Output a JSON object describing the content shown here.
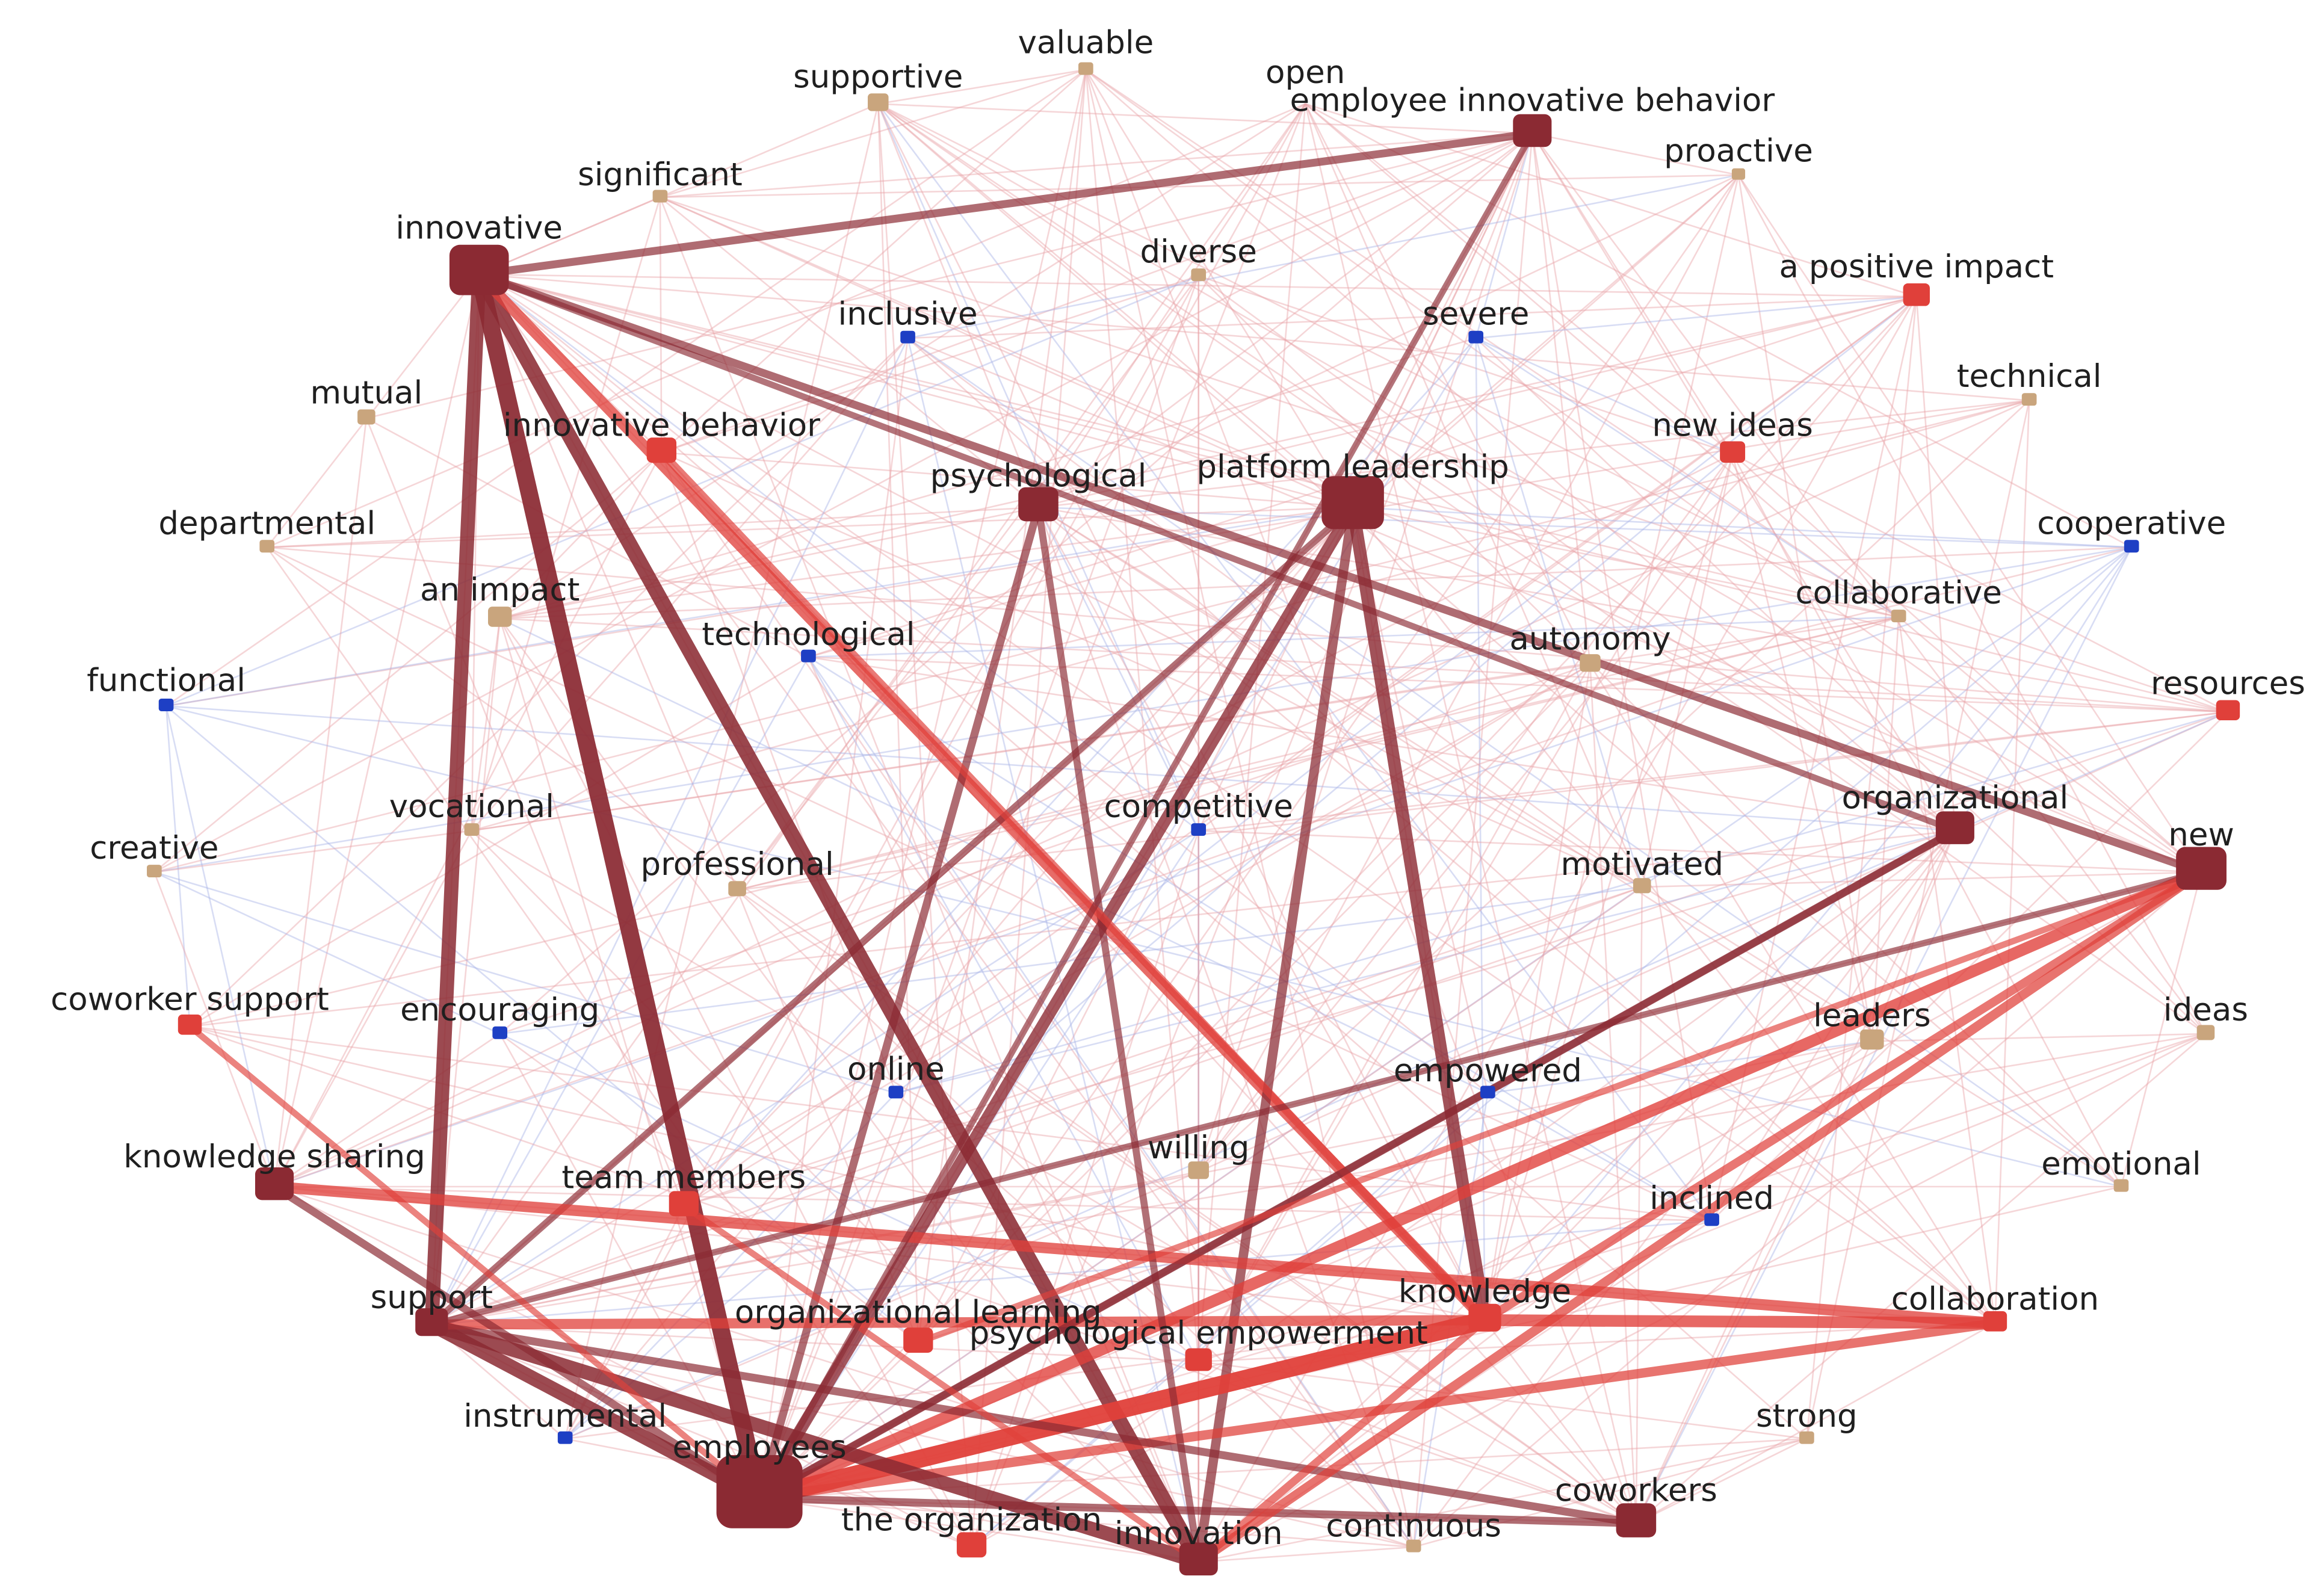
{
  "colors": {
    "dark": "#8b2a33",
    "red": "#e0403a",
    "tan": "#c9a57d",
    "blue": "#1e3fc4",
    "edge_light": "#e8a5a8",
    "edge_blue": "#a8b4e6"
  },
  "nodes": [
    {
      "id": "valuable",
      "label": "valuable",
      "cls": "tan"
    },
    {
      "id": "supportive",
      "label": "supportive",
      "cls": "tan"
    },
    {
      "id": "open",
      "label": "open",
      "cls": "tan"
    },
    {
      "id": "eib",
      "label": "employee innovative behavior",
      "cls": "dark"
    },
    {
      "id": "proactive",
      "label": "proactive",
      "cls": "tan"
    },
    {
      "id": "significant",
      "label": "significant",
      "cls": "tan"
    },
    {
      "id": "innovative",
      "label": "innovative",
      "cls": "dark"
    },
    {
      "id": "diverse",
      "label": "diverse",
      "cls": "tan"
    },
    {
      "id": "inclusive",
      "label": "inclusive",
      "cls": "blue"
    },
    {
      "id": "severe",
      "label": "severe",
      "cls": "blue"
    },
    {
      "id": "positive_impact",
      "label": "a positive impact",
      "cls": "red"
    },
    {
      "id": "technical",
      "label": "technical",
      "cls": "tan"
    },
    {
      "id": "mutual",
      "label": "mutual",
      "cls": "tan"
    },
    {
      "id": "innov_behavior",
      "label": "innovative behavior",
      "cls": "red"
    },
    {
      "id": "new_ideas",
      "label": "new ideas",
      "cls": "red"
    },
    {
      "id": "psychological",
      "label": "psychological",
      "cls": "dark"
    },
    {
      "id": "platform",
      "label": "platform leadership",
      "cls": "dark"
    },
    {
      "id": "cooperative",
      "label": "cooperative",
      "cls": "blue"
    },
    {
      "id": "departmental",
      "label": "departmental",
      "cls": "tan"
    },
    {
      "id": "an_impact",
      "label": "an impact",
      "cls": "tan"
    },
    {
      "id": "technological",
      "label": "technological",
      "cls": "blue"
    },
    {
      "id": "collaborative",
      "label": "collaborative",
      "cls": "tan"
    },
    {
      "id": "autonomy",
      "label": "autonomy",
      "cls": "tan"
    },
    {
      "id": "functional",
      "label": "functional",
      "cls": "blue"
    },
    {
      "id": "resources",
      "label": "resources",
      "cls": "red"
    },
    {
      "id": "vocational",
      "label": "vocational",
      "cls": "tan"
    },
    {
      "id": "competitive",
      "label": "competitive",
      "cls": "blue"
    },
    {
      "id": "organizational",
      "label": "organizational",
      "cls": "dark"
    },
    {
      "id": "new",
      "label": "new",
      "cls": "dark"
    },
    {
      "id": "creative",
      "label": "creative",
      "cls": "tan"
    },
    {
      "id": "professional",
      "label": "professional",
      "cls": "tan"
    },
    {
      "id": "motivated",
      "label": "motivated",
      "cls": "tan"
    },
    {
      "id": "coworker_support",
      "label": "coworker support",
      "cls": "red"
    },
    {
      "id": "encouraging",
      "label": "encouraging",
      "cls": "blue"
    },
    {
      "id": "leaders",
      "label": "leaders",
      "cls": "tan"
    },
    {
      "id": "ideas",
      "label": "ideas",
      "cls": "tan"
    },
    {
      "id": "online",
      "label": "online",
      "cls": "blue"
    },
    {
      "id": "empowered",
      "label": "empowered",
      "cls": "blue"
    },
    {
      "id": "knowledge_sharing",
      "label": "knowledge sharing",
      "cls": "dark"
    },
    {
      "id": "willing",
      "label": "willing",
      "cls": "tan"
    },
    {
      "id": "emotional",
      "label": "emotional",
      "cls": "tan"
    },
    {
      "id": "team_members",
      "label": "team members",
      "cls": "red"
    },
    {
      "id": "inclined",
      "label": "inclined",
      "cls": "blue"
    },
    {
      "id": "support",
      "label": "support",
      "cls": "dark"
    },
    {
      "id": "org_learning",
      "label": "organizational learning",
      "cls": "red"
    },
    {
      "id": "knowledge",
      "label": "knowledge",
      "cls": "red"
    },
    {
      "id": "collaboration",
      "label": "collaboration",
      "cls": "red"
    },
    {
      "id": "psych_emp",
      "label": "psychological empowerment",
      "cls": "red"
    },
    {
      "id": "instrumental",
      "label": "instrumental",
      "cls": "blue"
    },
    {
      "id": "strong",
      "label": "strong",
      "cls": "tan"
    },
    {
      "id": "employees",
      "label": "employees",
      "cls": "dark"
    },
    {
      "id": "coworkers",
      "label": "coworkers",
      "cls": "dark"
    },
    {
      "id": "the_org",
      "label": "the organization",
      "cls": "red"
    },
    {
      "id": "innovation",
      "label": "innovation",
      "cls": "dark"
    },
    {
      "id": "continuous",
      "label": "continuous",
      "cls": "tan"
    }
  ],
  "edges": [
    {
      "from": "innovative",
      "to": "employees",
      "strength": 0.95,
      "tone": "dark"
    },
    {
      "from": "innovative",
      "to": "support",
      "strength": 0.75,
      "tone": "dark"
    },
    {
      "from": "innovative",
      "to": "innovation",
      "strength": 0.8,
      "tone": "dark"
    },
    {
      "from": "innovative",
      "to": "knowledge",
      "strength": 0.55,
      "tone": "red"
    },
    {
      "from": "innovative",
      "to": "eib",
      "strength": 0.35,
      "tone": "dark"
    },
    {
      "from": "innovative",
      "to": "new",
      "strength": 0.35,
      "tone": "dark"
    },
    {
      "from": "innovative",
      "to": "organizational",
      "strength": 0.25,
      "tone": "dark"
    },
    {
      "from": "platform",
      "to": "employees",
      "strength": 0.6,
      "tone": "dark"
    },
    {
      "from": "platform",
      "to": "knowledge",
      "strength": 0.65,
      "tone": "dark"
    },
    {
      "from": "platform",
      "to": "innovation",
      "strength": 0.45,
      "tone": "dark"
    },
    {
      "from": "platform",
      "to": "support",
      "strength": 0.3,
      "tone": "dark"
    },
    {
      "from": "employees",
      "to": "knowledge",
      "strength": 1.0,
      "tone": "red"
    },
    {
      "from": "employees",
      "to": "new",
      "strength": 0.6,
      "tone": "red"
    },
    {
      "from": "employees",
      "to": "collaboration",
      "strength": 0.45,
      "tone": "red"
    },
    {
      "from": "employees",
      "to": "organizational",
      "strength": 0.35,
      "tone": "dark"
    },
    {
      "from": "employees",
      "to": "support",
      "strength": 0.75,
      "tone": "dark"
    },
    {
      "from": "employees",
      "to": "psychological",
      "strength": 0.35,
      "tone": "dark"
    },
    {
      "from": "employees",
      "to": "coworkers",
      "strength": 0.35,
      "tone": "dark"
    },
    {
      "from": "support",
      "to": "innovation",
      "strength": 0.75,
      "tone": "dark"
    },
    {
      "from": "support",
      "to": "knowledge",
      "strength": 0.5,
      "tone": "red"
    },
    {
      "from": "support",
      "to": "coworkers",
      "strength": 0.35,
      "tone": "dark"
    },
    {
      "from": "knowledge_sharing",
      "to": "collaboration",
      "strength": 0.55,
      "tone": "red"
    },
    {
      "from": "knowledge_sharing",
      "to": "employees",
      "strength": 0.35,
      "tone": "dark"
    },
    {
      "from": "knowledge",
      "to": "collaboration",
      "strength": 0.6,
      "tone": "red"
    },
    {
      "from": "knowledge",
      "to": "new",
      "strength": 0.4,
      "tone": "red"
    },
    {
      "from": "knowledge",
      "to": "innovation",
      "strength": 0.35,
      "tone": "red"
    },
    {
      "from": "innovation",
      "to": "new",
      "strength": 0.45,
      "tone": "red"
    },
    {
      "from": "psychological",
      "to": "innovation",
      "strength": 0.3,
      "tone": "dark"
    },
    {
      "from": "innov_behavior",
      "to": "knowledge",
      "strength": 0.35,
      "tone": "red"
    },
    {
      "from": "organizational",
      "to": "employees",
      "strength": 0.3,
      "tone": "dark"
    },
    {
      "from": "new",
      "to": "support",
      "strength": 0.25,
      "tone": "dark"
    },
    {
      "from": "coworker_support",
      "to": "employees",
      "strength": 0.25,
      "tone": "red"
    },
    {
      "from": "team_members",
      "to": "innovation",
      "strength": 0.25,
      "tone": "red"
    },
    {
      "from": "eib",
      "to": "employees",
      "strength": 0.25,
      "tone": "dark"
    },
    {
      "from": "org_learning",
      "to": "new",
      "strength": 0.25,
      "tone": "red"
    }
  ]
}
